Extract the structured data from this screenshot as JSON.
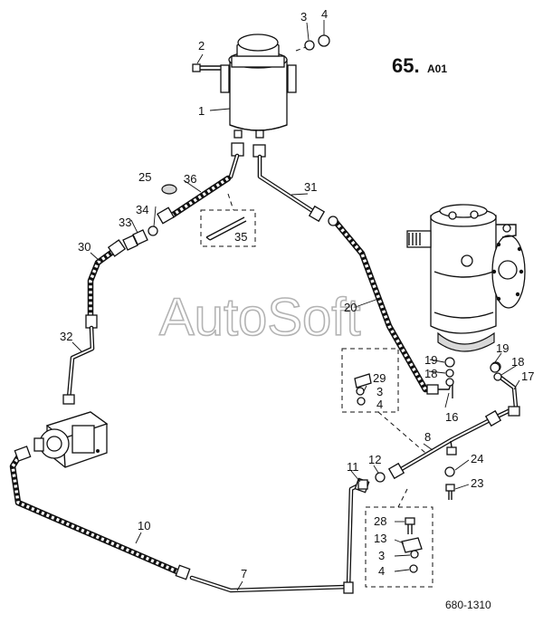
{
  "diagram": {
    "code_main": "65.",
    "code_sub": "A01",
    "figure_number": "680-1310",
    "watermark": "AutoSoft",
    "callouts": [
      {
        "id": "c1",
        "text": "1"
      },
      {
        "id": "c2",
        "text": "2"
      },
      {
        "id": "c3a",
        "text": "3"
      },
      {
        "id": "c4a",
        "text": "4"
      },
      {
        "id": "c25",
        "text": "25"
      },
      {
        "id": "c36",
        "text": "36"
      },
      {
        "id": "c34",
        "text": "34"
      },
      {
        "id": "c33",
        "text": "33"
      },
      {
        "id": "c35",
        "text": "35"
      },
      {
        "id": "c30",
        "text": "30"
      },
      {
        "id": "c31",
        "text": "31"
      },
      {
        "id": "c20",
        "text": "20"
      },
      {
        "id": "c32",
        "text": "32"
      },
      {
        "id": "c19a",
        "text": "19"
      },
      {
        "id": "c18a",
        "text": "18"
      },
      {
        "id": "c29",
        "text": "29"
      },
      {
        "id": "c3b",
        "text": "3"
      },
      {
        "id": "c4b",
        "text": "4"
      },
      {
        "id": "c16",
        "text": "16"
      },
      {
        "id": "c19b",
        "text": "19"
      },
      {
        "id": "c18b",
        "text": "18"
      },
      {
        "id": "c17",
        "text": "17"
      },
      {
        "id": "c8",
        "text": "8"
      },
      {
        "id": "c11",
        "text": "11"
      },
      {
        "id": "c12",
        "text": "12"
      },
      {
        "id": "c24",
        "text": "24"
      },
      {
        "id": "c23",
        "text": "23"
      },
      {
        "id": "c10",
        "text": "10"
      },
      {
        "id": "c28",
        "text": "28"
      },
      {
        "id": "c13",
        "text": "13"
      },
      {
        "id": "c3c",
        "text": "3"
      },
      {
        "id": "c4c",
        "text": "4"
      },
      {
        "id": "c7",
        "text": "7"
      }
    ]
  }
}
